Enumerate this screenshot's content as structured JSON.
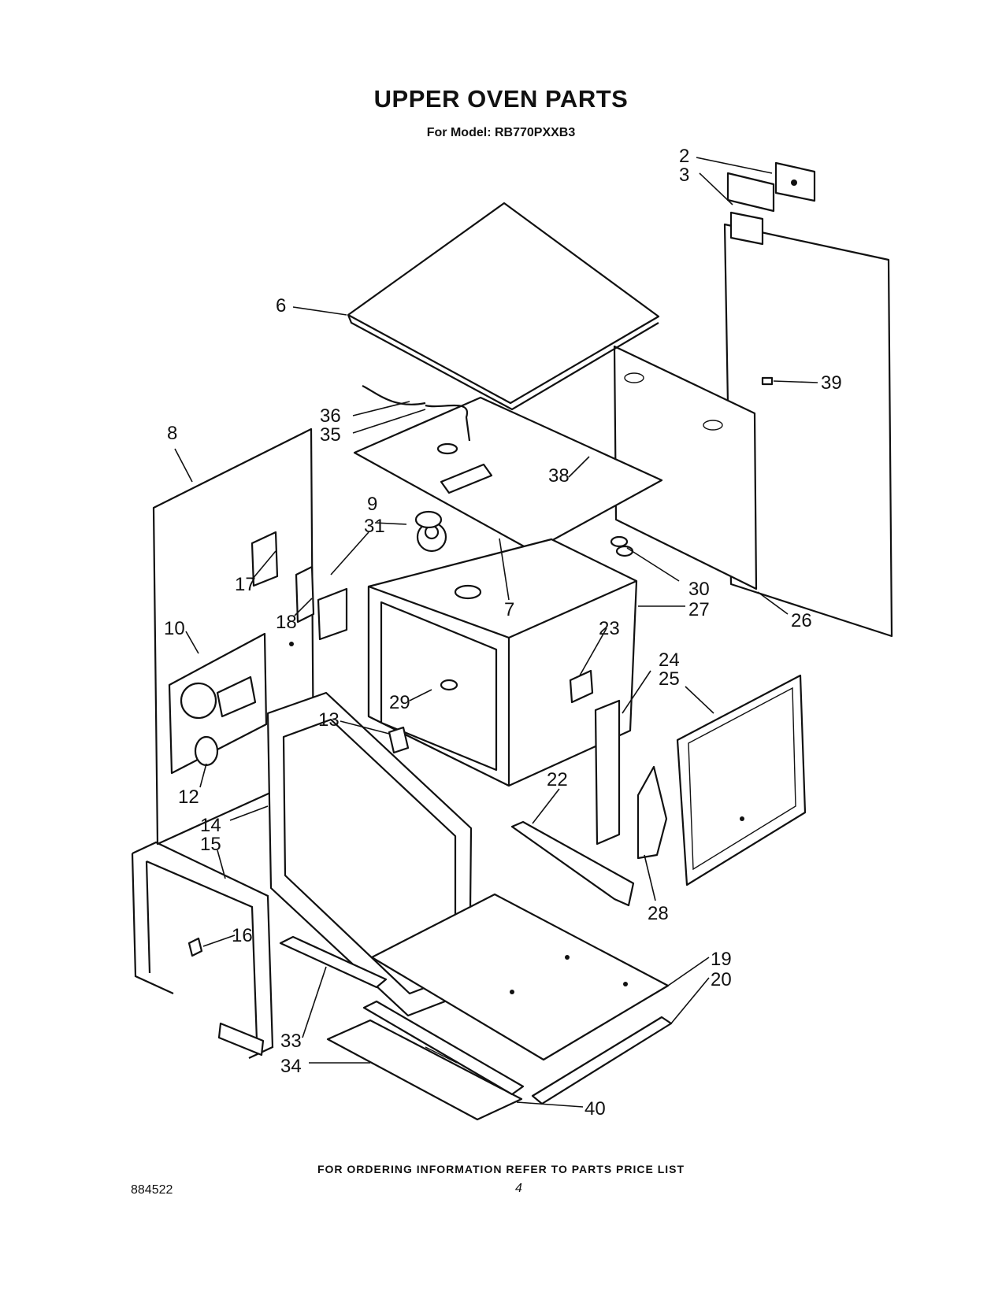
{
  "header": {
    "title": "UPPER OVEN PARTS",
    "subtitle": "For Model: RB770PXXB3"
  },
  "callouts": [
    {
      "id": "c2",
      "label": "2"
    },
    {
      "id": "c3",
      "label": "3"
    },
    {
      "id": "c6",
      "label": "6"
    },
    {
      "id": "c39",
      "label": "39"
    },
    {
      "id": "c36",
      "label": "36"
    },
    {
      "id": "c35",
      "label": "35"
    },
    {
      "id": "c8",
      "label": "8"
    },
    {
      "id": "c38",
      "label": "38"
    },
    {
      "id": "c9",
      "label": "9"
    },
    {
      "id": "c31",
      "label": "31"
    },
    {
      "id": "c17",
      "label": "17"
    },
    {
      "id": "c7",
      "label": "7"
    },
    {
      "id": "c30",
      "label": "30"
    },
    {
      "id": "c27",
      "label": "27"
    },
    {
      "id": "c26",
      "label": "26"
    },
    {
      "id": "c10",
      "label": "10"
    },
    {
      "id": "c18",
      "label": "18"
    },
    {
      "id": "c23",
      "label": "23"
    },
    {
      "id": "c24",
      "label": "24"
    },
    {
      "id": "c25",
      "label": "25"
    },
    {
      "id": "c29",
      "label": "29"
    },
    {
      "id": "c13",
      "label": "13"
    },
    {
      "id": "c22",
      "label": "22"
    },
    {
      "id": "c12",
      "label": "12"
    },
    {
      "id": "c14",
      "label": "14"
    },
    {
      "id": "c15",
      "label": "15"
    },
    {
      "id": "c28",
      "label": "28"
    },
    {
      "id": "c16",
      "label": "16"
    },
    {
      "id": "c19",
      "label": "19"
    },
    {
      "id": "c20",
      "label": "20"
    },
    {
      "id": "c33",
      "label": "33"
    },
    {
      "id": "c34",
      "label": "34"
    },
    {
      "id": "c40",
      "label": "40"
    }
  ],
  "footer": {
    "ordering_note": "FOR ORDERING INFORMATION REFER TO PARTS PRICE LIST",
    "doc_number": "884522",
    "page_number": "4"
  }
}
